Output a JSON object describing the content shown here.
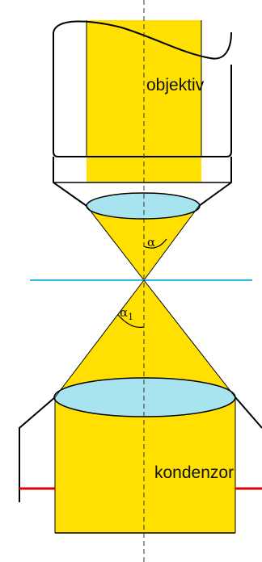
{
  "labels": {
    "objective": "objektiv",
    "condenser": "kondenzor",
    "alpha": "α",
    "alpha1_base": "α",
    "alpha1_sub": "1"
  },
  "colors": {
    "light": "#FFE000",
    "lens": "#A8E4F0",
    "focal_plane": "#33B8E0",
    "outline": "#000000",
    "stage": "#E00000"
  }
}
